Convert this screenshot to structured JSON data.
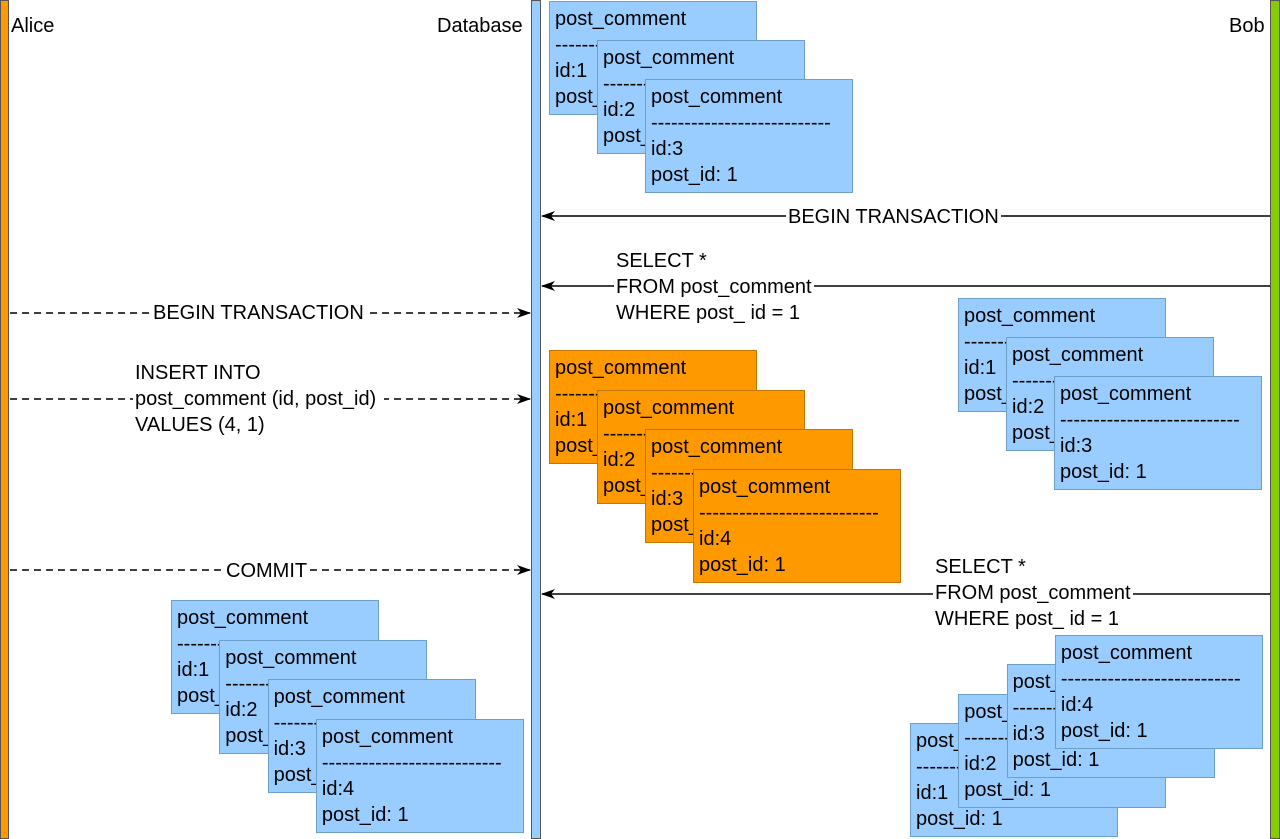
{
  "participants": {
    "alice": "Alice",
    "database": "Database",
    "bob": "Bob"
  },
  "colors": {
    "alice_lane": "#ff9900",
    "database_lane": "#99ccff",
    "bob_lane": "#88cc00",
    "committed_row": "#99ccff",
    "uncommitted_row": "#ff9900"
  },
  "card": {
    "table": "post_comment",
    "separator": "---------------------------",
    "id_prefix": "id:",
    "post_id_label": "post_id: 1"
  },
  "messages": {
    "bob_begin": "BEGIN TRANSACTION",
    "bob_select1": [
      "SELECT *",
      "FROM post_comment",
      "WHERE post_ id = 1"
    ],
    "alice_begin": "BEGIN TRANSACTION",
    "alice_insert": [
      "INSERT INTO",
      "post_comment (id, post_id)",
      "VALUES (4, 1)"
    ],
    "alice_commit": "COMMIT",
    "bob_select2": [
      "SELECT *",
      "FROM post_comment",
      "WHERE post_ id = 1"
    ]
  },
  "card_groups": {
    "db_initial": [
      "id:1",
      "id:2",
      "id:3"
    ],
    "db_after_insert": [
      "id:1",
      "id:2",
      "id:3",
      "id:4"
    ],
    "bob_result1": [
      "id:1",
      "id:2",
      "id:3"
    ],
    "alice_after_commit": [
      "id:1",
      "id:2",
      "id:3",
      "id:4"
    ],
    "bob_result2": [
      "id:1",
      "id:2",
      "id:3",
      "id:4"
    ]
  }
}
